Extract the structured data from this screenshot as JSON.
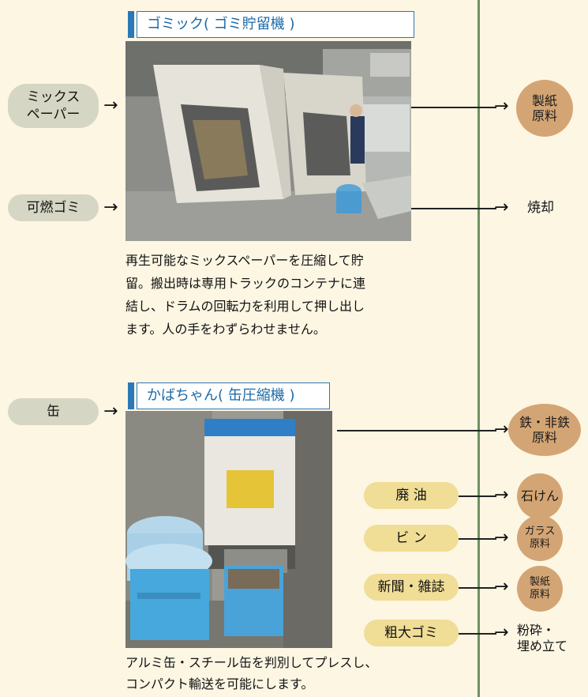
{
  "machine1": {
    "title": "ゴミック( ゴミ貯留機 )",
    "caption_lines": [
      "再生可能なミックスペーパーを圧縮して貯",
      "留。搬出時は専用トラックのコンテナに連",
      "結し、ドラムの回転力を利用して押し出し",
      "ます。人の手をわずらわせません。"
    ]
  },
  "machine2": {
    "title": "かばちゃん( 缶圧縮機 )",
    "caption_lines": [
      "アルミ缶・スチール缶を判別してプレスし、",
      "コンパクト輸送を可能にします。"
    ]
  },
  "inputs": {
    "mixed_paper": [
      "ミックス",
      "ペーパー"
    ],
    "burnable": "可燃ゴミ",
    "cans": "缶"
  },
  "small_inputs": {
    "waste_oil": "廃 油",
    "bottles": "ビ ン",
    "newspapers": "新聞・雑誌",
    "bulky": "粗大ゴミ"
  },
  "outputs": {
    "paper_material": [
      "製紙",
      "原料"
    ],
    "incineration": "焼却",
    "metal_material": [
      "鉄・非鉄",
      "原料"
    ],
    "soap": "石けん",
    "glass_material": [
      "ガラス",
      "原料"
    ],
    "paper_material_2": [
      "製紙",
      "原料"
    ],
    "crushing_landfill": [
      "粉砕・",
      "埋め立て"
    ]
  },
  "colors": {
    "background": "#fcf6e3",
    "title_blue": "#2a78b8",
    "input_pill": "#d6d6c4",
    "small_pill": "#f0dd96",
    "output_circle": "#d4a574",
    "divider": "#6f8f63"
  }
}
